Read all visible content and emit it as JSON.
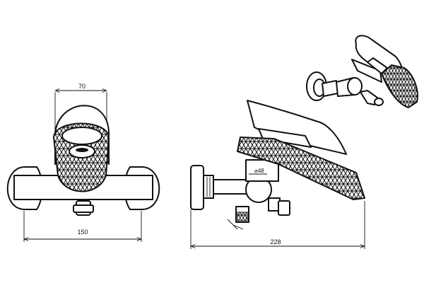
{
  "dimensions": {
    "front_top_width": "70",
    "front_bottom_width": "150",
    "side_pipe_diameter": "⌀48",
    "side_total_length": "228"
  },
  "views": [
    "front-view",
    "side-view",
    "perspective-view"
  ],
  "colors": {
    "line": "#111111",
    "background": "#ffffff"
  }
}
